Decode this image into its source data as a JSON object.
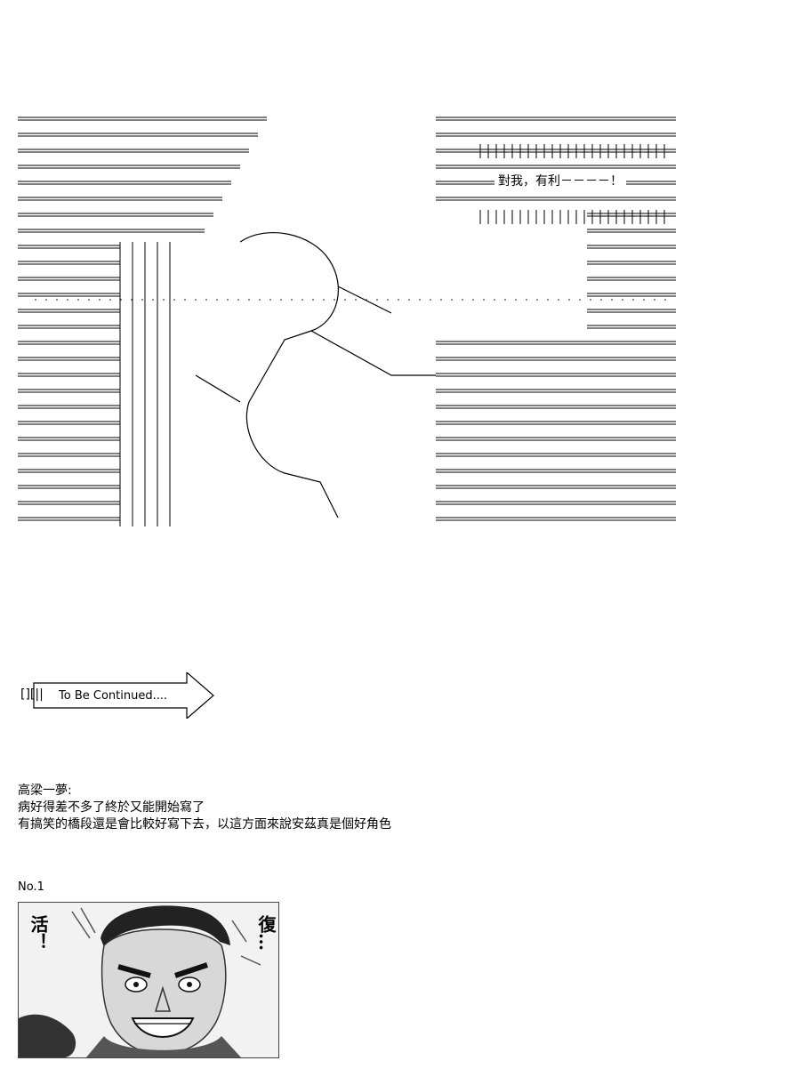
{
  "artwork": {
    "speech_bubble": "對我，有利－－－－！"
  },
  "continued": {
    "marks": "[][||",
    "label": "To Be Continued...."
  },
  "notes": {
    "author": "高梁一夢:",
    "line1": "病好得差不多了終於又能開始寫了",
    "line2": "有搞笑的橋段還是會比較好寫下去，以這方面來說安茲真是個好角色"
  },
  "item_number": "No.1",
  "manga_panel": {
    "left_text": "活！",
    "right_text": "復…"
  }
}
